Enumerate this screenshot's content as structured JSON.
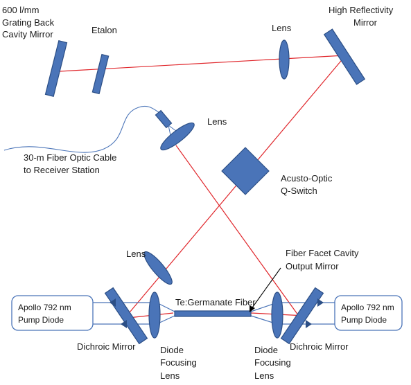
{
  "labels": {
    "grating_line1": "600 l/mm",
    "grating_line2": "Grating Back",
    "grating_line3": "Cavity Mirror",
    "etalon": "Etalon",
    "lens_top": "Lens",
    "hr_mirror_line1": "High Reflectivity",
    "hr_mirror_line2": "Mirror",
    "lens_fiber": "Lens",
    "fiber_cable_line1": "30-m Fiber Optic Cable",
    "fiber_cable_line2": "to Receiver Station",
    "aom_line1": "Acusto-Optic",
    "aom_line2": "Q-Switch",
    "lens_lower": "Lens",
    "fiber_facet_line1": "Fiber Facet Cavity",
    "fiber_facet_line2": "Output Mirror",
    "te_fiber": "Te:Germanate Fiber",
    "pump_left_line1": "Apollo 792 nm",
    "pump_left_line2": "Pump Diode",
    "pump_right_line1": "Apollo 792 nm",
    "pump_right_line2": "Pump Diode",
    "dichroic_left": "Dichroic Mirror",
    "dichroic_right": "Dichroic Mirror",
    "diode_lens_left_line1": "Diode",
    "diode_lens_left_line2": "Focusing",
    "diode_lens_left_line3": "Lens",
    "diode_lens_right_line1": "Diode",
    "diode_lens_right_line2": "Focusing",
    "diode_lens_right_line3": "Lens"
  },
  "colors": {
    "optic_fill": "#4a74b8",
    "laser_beam": "#e0262b",
    "pump_beam": "#4a74b8",
    "cable": "#4a74b8"
  }
}
